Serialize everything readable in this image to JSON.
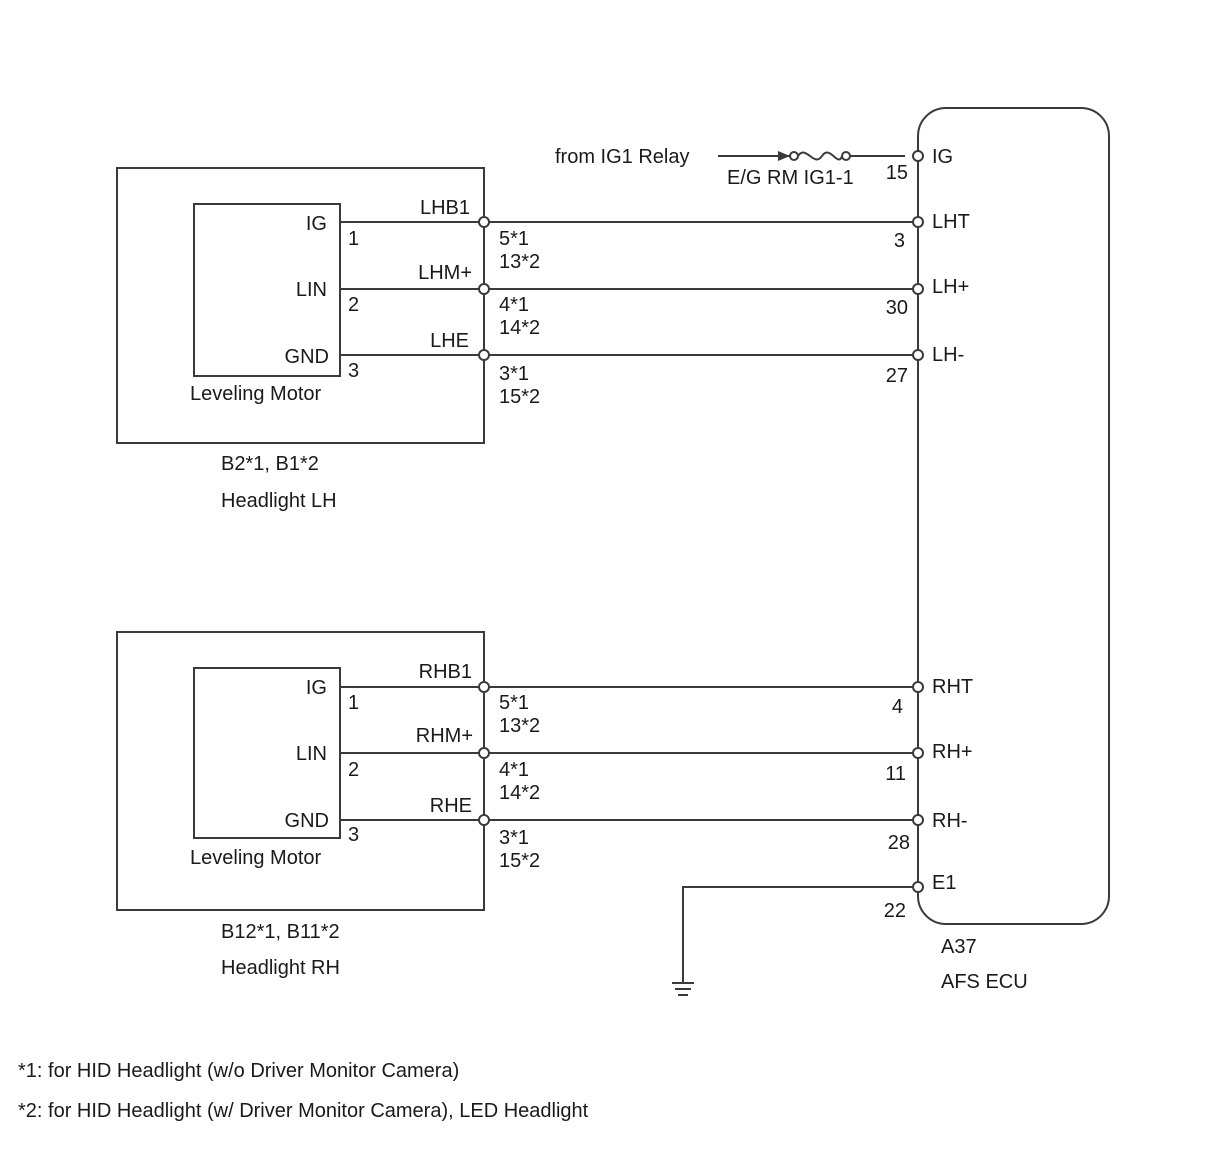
{
  "source": {
    "label": "from IG1 Relay",
    "fuse": "E/G RM IG1-1"
  },
  "ecu": {
    "id": "A37",
    "name": "AFS ECU",
    "pins": [
      {
        "label": "IG",
        "number": "15"
      },
      {
        "label": "LHT",
        "number": "3"
      },
      {
        "label": "LH+",
        "number": "30"
      },
      {
        "label": "LH-",
        "number": "27"
      },
      {
        "label": "RHT",
        "number": "4"
      },
      {
        "label": "RH+",
        "number": "11"
      },
      {
        "label": "RH-",
        "number": "28"
      },
      {
        "label": "E1",
        "number": "22"
      }
    ]
  },
  "headlight_lh": {
    "connector": "B2*1, B1*2",
    "name": "Headlight LH",
    "motor": "Leveling Motor",
    "terminals": [
      {
        "motor_label": "IG",
        "motor_pin": "1",
        "wire": "LHB1",
        "pin_a": "5*1",
        "pin_b": "13*2"
      },
      {
        "motor_label": "LIN",
        "motor_pin": "2",
        "wire": "LHM+",
        "pin_a": "4*1",
        "pin_b": "14*2"
      },
      {
        "motor_label": "GND",
        "motor_pin": "3",
        "wire": "LHE",
        "pin_a": "3*1",
        "pin_b": "15*2"
      }
    ]
  },
  "headlight_rh": {
    "connector": "B12*1, B11*2",
    "name": "Headlight RH",
    "motor": "Leveling Motor",
    "terminals": [
      {
        "motor_label": "IG",
        "motor_pin": "1",
        "wire": "RHB1",
        "pin_a": "5*1",
        "pin_b": "13*2"
      },
      {
        "motor_label": "LIN",
        "motor_pin": "2",
        "wire": "RHM+",
        "pin_a": "4*1",
        "pin_b": "14*2"
      },
      {
        "motor_label": "GND",
        "motor_pin": "3",
        "wire": "RHE",
        "pin_a": "3*1",
        "pin_b": "15*2"
      }
    ]
  },
  "notes": [
    "*1: for HID Headlight (w/o Driver Monitor Camera)",
    "*2: for HID Headlight (w/ Driver Monitor Camera), LED Headlight"
  ],
  "colors": {
    "line": "#3a3a3a",
    "text": "#1a1a1a",
    "background": "#ffffff"
  }
}
